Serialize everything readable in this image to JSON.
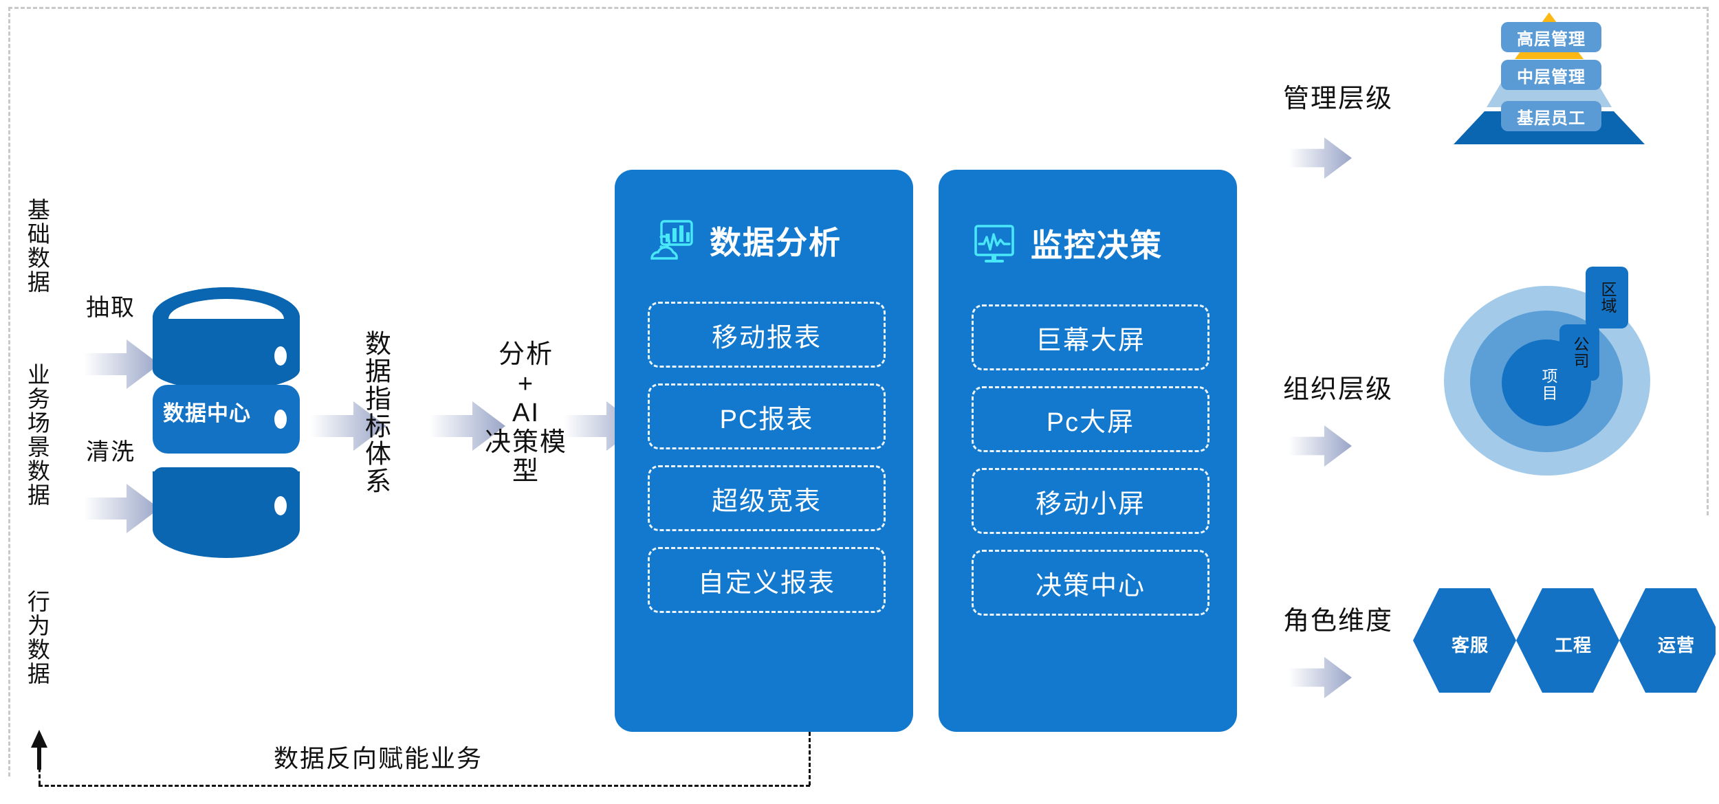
{
  "sources": {
    "items": [
      {
        "label": "基础数据"
      },
      {
        "label": "业务场景数据"
      },
      {
        "label": "行为数据"
      }
    ]
  },
  "pipeline": {
    "extract_label": "抽取",
    "clean_label": "清洗",
    "datacenter_label": "数据中心",
    "indicator_label": "数据指标体系",
    "model_label_1": "分析",
    "model_label_plus": "+",
    "model_label_ai": "AI",
    "model_label_2": "决策模型"
  },
  "panels": [
    {
      "title": "数据分析",
      "icon": "analytics-chart-cloud-icon",
      "items": [
        "移动报表",
        "PC报表",
        "超级宽表",
        "自定义报表"
      ]
    },
    {
      "title": "监控决策",
      "icon": "monitor-pulse-icon",
      "items": [
        "巨幕大屏",
        "Pc大屏",
        "移动小屏",
        "决策中心"
      ]
    }
  ],
  "outcomes": [
    {
      "heading": "管理层级",
      "type": "pyramid",
      "levels": [
        "高层管理",
        "中层管理",
        "基层员工"
      ]
    },
    {
      "heading": "组织层级",
      "type": "rings",
      "levels": [
        "区域",
        "公司",
        "项目"
      ]
    },
    {
      "heading": "角色维度",
      "type": "hexagons",
      "levels": [
        "客服",
        "工程",
        "运营"
      ]
    }
  ],
  "feedback": {
    "label": "数据反向赋能业务"
  },
  "colors": {
    "panel_blue": "#1279cf",
    "deep_blue": "#0a66b0",
    "accent_cyan": "#49e8f8",
    "pyramid_gold": "#fbb713",
    "pyramid_mid": "#a8cbe8",
    "pyramid_base": "#0a66b0",
    "badge_blue": "#5b9bd5",
    "ring_outer": "#a3cbe9",
    "ring_mid": "#5c9fd6",
    "ring_inner": "#1472c4",
    "hex_blue": "#1472c4",
    "dashed_grey": "#c9c9c9",
    "text_dark": "#111111"
  }
}
